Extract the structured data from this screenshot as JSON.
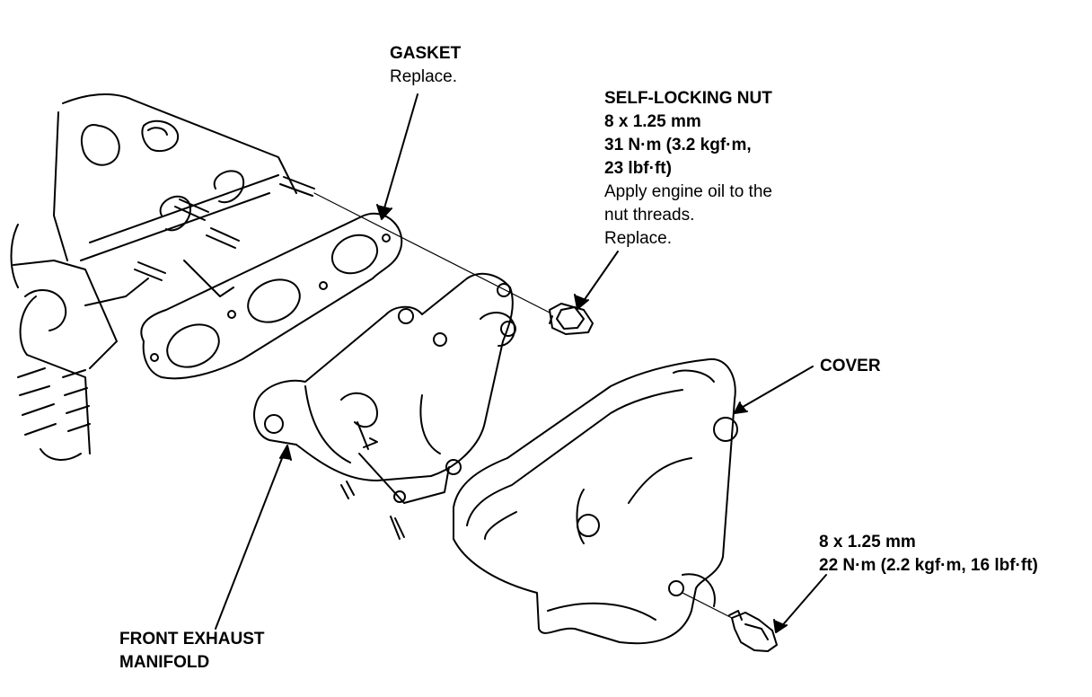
{
  "callouts": {
    "gasket": {
      "name": "GASKET",
      "note": "Replace."
    },
    "self_locking_nut": {
      "name": "SELF-LOCKING NUT",
      "size": "8 x 1.25 mm",
      "torque_line1": "31 N·m (3.2 kgf·m,",
      "torque_line2": "23 lbf·ft)",
      "note_line1": "Apply engine oil to the",
      "note_line2": "nut threads.",
      "note_line3": "Replace."
    },
    "cover": {
      "name": "COVER"
    },
    "bolt": {
      "size": "8 x 1.25 mm",
      "torque": "22 N·m (2.2 kgf·m, 16 lbf·ft)"
    },
    "front_exhaust_manifold": {
      "line1": "FRONT EXHAUST",
      "line2": "MANIFOLD"
    }
  },
  "icons": [
    "engine-block",
    "manifold-gasket",
    "self-locking-nut",
    "exhaust-manifold",
    "heat-cover",
    "flange-bolt"
  ],
  "colors": {
    "ink": "#000000",
    "paper": "#ffffff"
  }
}
